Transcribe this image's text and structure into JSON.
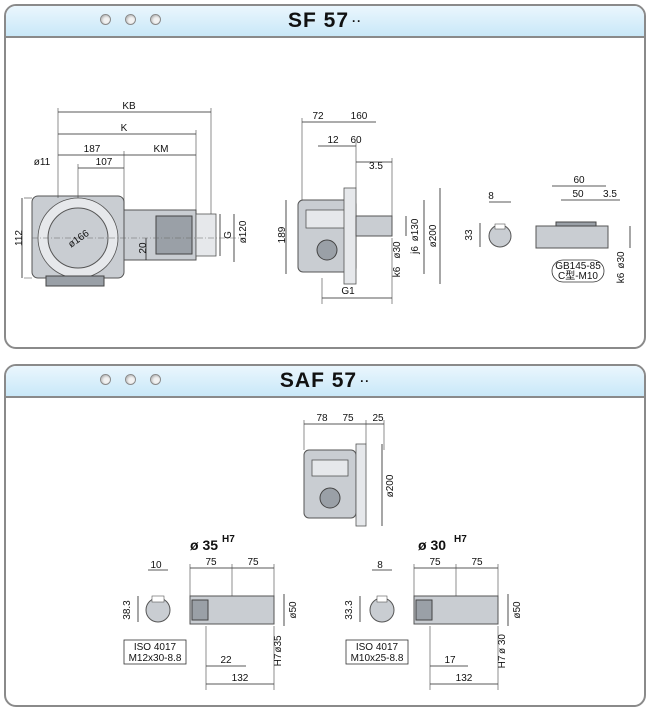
{
  "sf": {
    "title": "SF 57",
    "suffix": "··",
    "side": {
      "kb": "KB",
      "k": "K",
      "d11": "ø11",
      "n187": "187",
      "n107": "107",
      "km": "KM",
      "d166": "ø166",
      "n112": "112",
      "n20": "20",
      "g": "G",
      "d120": "ø120"
    },
    "end": {
      "n72": "72",
      "n160": "160",
      "n12": "12",
      "n60": "60",
      "n35": "3.5",
      "n189": "189",
      "d30": "ø30",
      "k6": "k6",
      "d130": "ø130",
      "j6": "j6",
      "d200": "ø200",
      "g1": "G1"
    },
    "detail": {
      "n8": "8",
      "n33": "33",
      "n60": "60",
      "n50": "50",
      "n35": "3.5",
      "gb1": "GB145-85",
      "gb2": "C型-M10",
      "d30": "ø30",
      "k6": "k6"
    }
  },
  "saf": {
    "title": "SAF 57",
    "suffix": "··",
    "top": {
      "n78": "78",
      "n75": "75",
      "n25": "25",
      "d200": "ø200"
    },
    "left": {
      "head": "ø 35",
      "tol": "H7",
      "n10": "10",
      "n383": "38.3",
      "n75a": "75",
      "n75b": "75",
      "d50": "ø50",
      "d35": "ø35",
      "h7": "H7",
      "iso1": "ISO 4017",
      "iso2": "M12x30-8.8",
      "n22": "22",
      "n132": "132"
    },
    "right": {
      "head": "ø 30",
      "tol": "H7",
      "n8": "8",
      "n333": "33.3",
      "n75a": "75",
      "n75b": "75",
      "d50": "ø50",
      "d30": "ø 30",
      "h7": "H7",
      "iso1": "ISO 4017",
      "iso2": "M10x25-8.8",
      "n17": "17",
      "n132": "132"
    }
  }
}
